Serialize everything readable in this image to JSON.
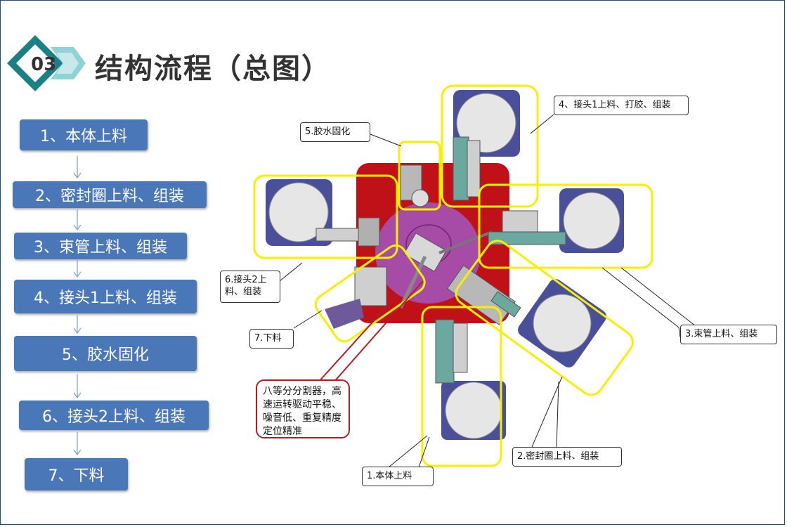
{
  "header": {
    "section_number": "03",
    "title": "结构流程（总图）"
  },
  "steps": [
    "1、本体上料",
    "2、密封圈上料、组装",
    "3、束管上料、组装",
    "4、接头1上料、组装",
    "5、胶水固化",
    "6、接头2上料、组装",
    "7、下料"
  ],
  "callouts": {
    "c5": "5.胶水固化",
    "c4": "4、接头1上料、打胶、组装",
    "c6": "6.接头2上料、组装",
    "c7": "7.下料",
    "c3": "3.束管上料、组装",
    "c2": "2.密封圈上料、组装",
    "c1": "1.本体上料"
  },
  "note": "八等分分割器，高速运转驱动平稳、噪音低、重复精度定位精准",
  "colors": {
    "step_box": "#4a77b8",
    "highlight": "#f5f000",
    "base_plate": "#c01018",
    "turntable": "#a64ca6",
    "note_border": "#b01e24",
    "badge_teal": "#2a9d8f"
  }
}
